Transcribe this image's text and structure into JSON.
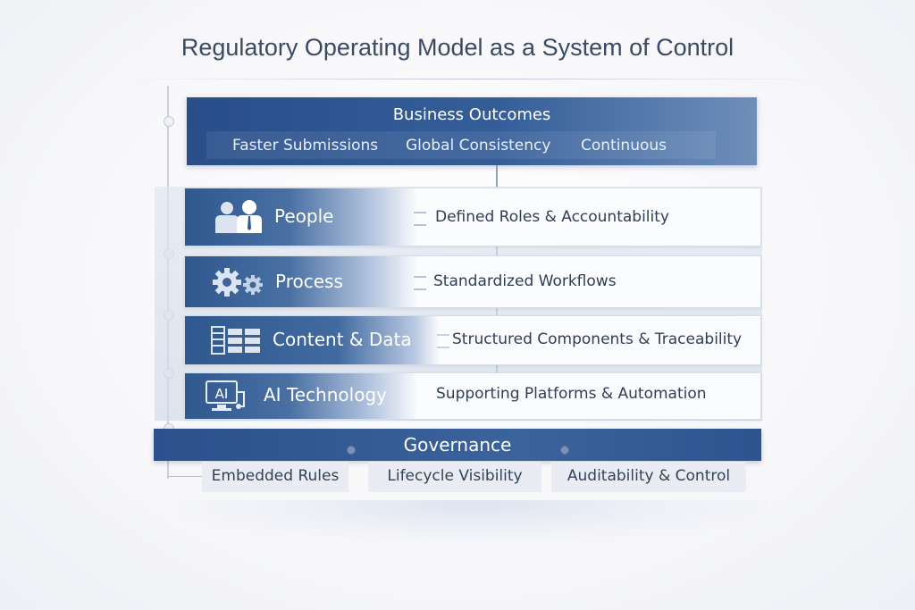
{
  "title": "Regulatory Operating Model as a System of Control",
  "outcomes": {
    "heading": "Business Outcomes",
    "items": [
      "Faster Submissions",
      "Global Consistency",
      "Continuous"
    ]
  },
  "layers": [
    {
      "label": "People",
      "description": "Defined Roles & Accountability",
      "icon": "people-icon"
    },
    {
      "label": "Process",
      "description": "Standardized Workflows",
      "icon": "gears-icon"
    },
    {
      "label": "Content & Data",
      "description": "Structured Components & Traceability",
      "icon": "data-grid-icon"
    },
    {
      "label": "AI Technology",
      "description": "Supporting Platforms & Automation",
      "icon": "ai-monitor-icon",
      "icon_text": "AI"
    }
  ],
  "governance": {
    "heading": "Governance",
    "items": [
      "Embedded Rules",
      "Lifecycle Visibility",
      "Auditability & Control"
    ]
  },
  "colors": {
    "primary_blue": "#2f588f",
    "dark_blue": "#294e8a",
    "light_panel": "#fbfcfe",
    "text": "#2f3e55"
  }
}
